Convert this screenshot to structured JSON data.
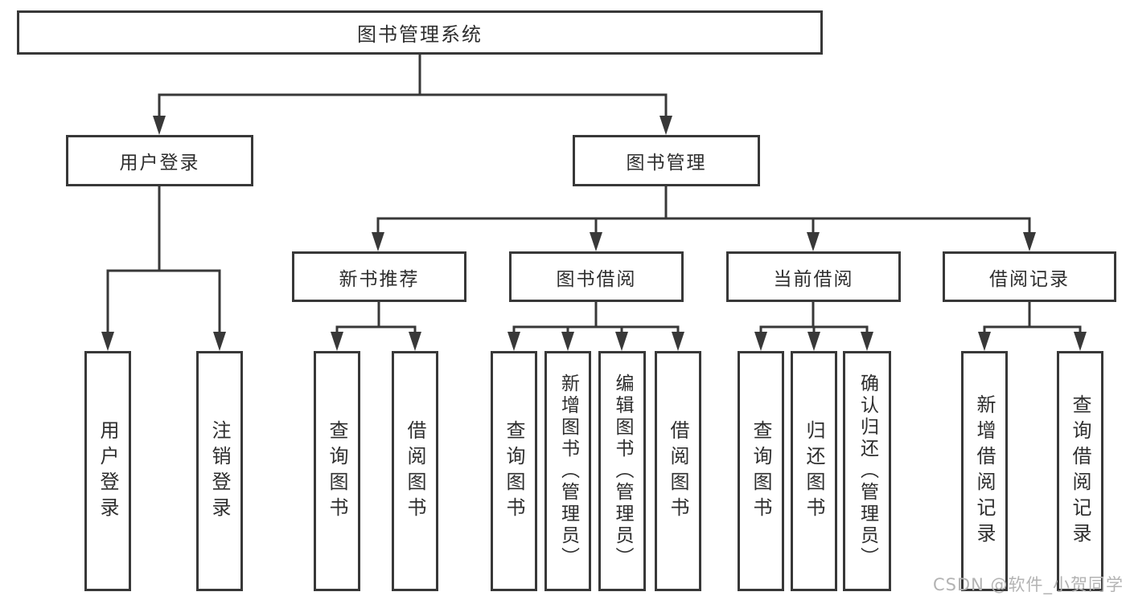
{
  "diagram": {
    "title": "图书管理系统",
    "root": {
      "label": "图书管理系统"
    },
    "branches": {
      "user": {
        "label": "用户登录",
        "children": [
          {
            "label": "用户登录"
          },
          {
            "label": "注销登录"
          }
        ]
      },
      "book": {
        "label": "图书管理",
        "children": [
          {
            "label": "新书推荐",
            "children": [
              {
                "label": "查询图书"
              },
              {
                "label": "借阅图书"
              }
            ]
          },
          {
            "label": "图书借阅",
            "children": [
              {
                "label": "查询图书"
              },
              {
                "label": "新增图书（管理员）"
              },
              {
                "label": "编辑图书（管理员）"
              },
              {
                "label": "借阅图书"
              }
            ]
          },
          {
            "label": "当前借阅",
            "children": [
              {
                "label": "查询图书"
              },
              {
                "label": "归还图书"
              },
              {
                "label": "确认归还（管理员）"
              }
            ]
          },
          {
            "label": "借阅记录",
            "children": [
              {
                "label": "新增借阅记录"
              },
              {
                "label": "查询借阅记录"
              }
            ]
          }
        ]
      }
    }
  },
  "watermark": {
    "text": "CSDN @软件_小贺同学",
    "color": "#b3b3b3"
  },
  "colors": {
    "line": "#383838",
    "text": "#2e2e2e",
    "box_border": "#383838",
    "box_background": "#ffffff",
    "page_background": "#ffffff"
  }
}
